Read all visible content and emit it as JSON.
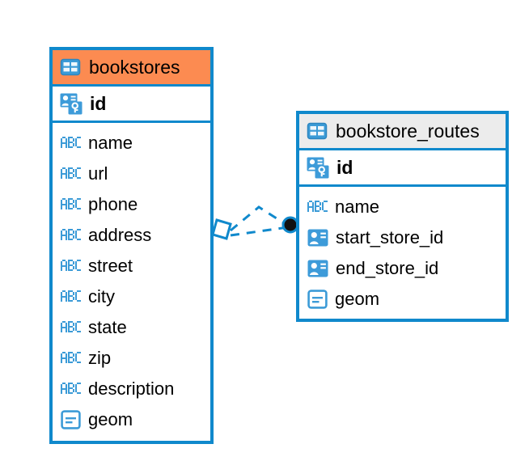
{
  "diagram": {
    "type": "entity-relationship-diagram",
    "background": "#FFFFFF",
    "colors": {
      "border": "#1089CC",
      "accent_orange": "#FC8B51",
      "accent_gray": "#ECECEC",
      "icon_blue": "#3C9BD7",
      "icon_blue_solid": "#3D9BD9",
      "text": "#000000",
      "relation_line": "#1089CC",
      "relation_endpoint_fill": "#111111"
    },
    "tables": [
      {
        "name": "bookstores",
        "header_style": "accent-orange",
        "table_icon": "table-icon",
        "primary_key": {
          "label": "id",
          "icon": "primary-key-icon"
        },
        "fields": [
          {
            "label": "name",
            "icon": "text-type-icon"
          },
          {
            "label": "url",
            "icon": "text-type-icon"
          },
          {
            "label": "phone",
            "icon": "text-type-icon"
          },
          {
            "label": "address",
            "icon": "text-type-icon"
          },
          {
            "label": "street",
            "icon": "text-type-icon"
          },
          {
            "label": "city",
            "icon": "text-type-icon"
          },
          {
            "label": "state",
            "icon": "text-type-icon"
          },
          {
            "label": "zip",
            "icon": "text-type-icon"
          },
          {
            "label": "description",
            "icon": "text-type-icon"
          },
          {
            "label": "geom",
            "icon": "geometry-type-icon"
          }
        ]
      },
      {
        "name": "bookstore_routes",
        "header_style": "accent-gray",
        "table_icon": "table-icon",
        "primary_key": {
          "label": "id",
          "icon": "primary-key-icon"
        },
        "fields": [
          {
            "label": "name",
            "icon": "text-type-icon"
          },
          {
            "label": "start_store_id",
            "icon": "foreign-key-icon"
          },
          {
            "label": "end_store_id",
            "icon": "foreign-key-icon"
          },
          {
            "label": "geom",
            "icon": "geometry-type-icon"
          }
        ]
      }
    ],
    "relationship": {
      "from": "bookstores",
      "to": "bookstore_routes",
      "line_style": "dashed",
      "source_endpoint": "diamond",
      "target_endpoint": "filled-circle"
    }
  }
}
